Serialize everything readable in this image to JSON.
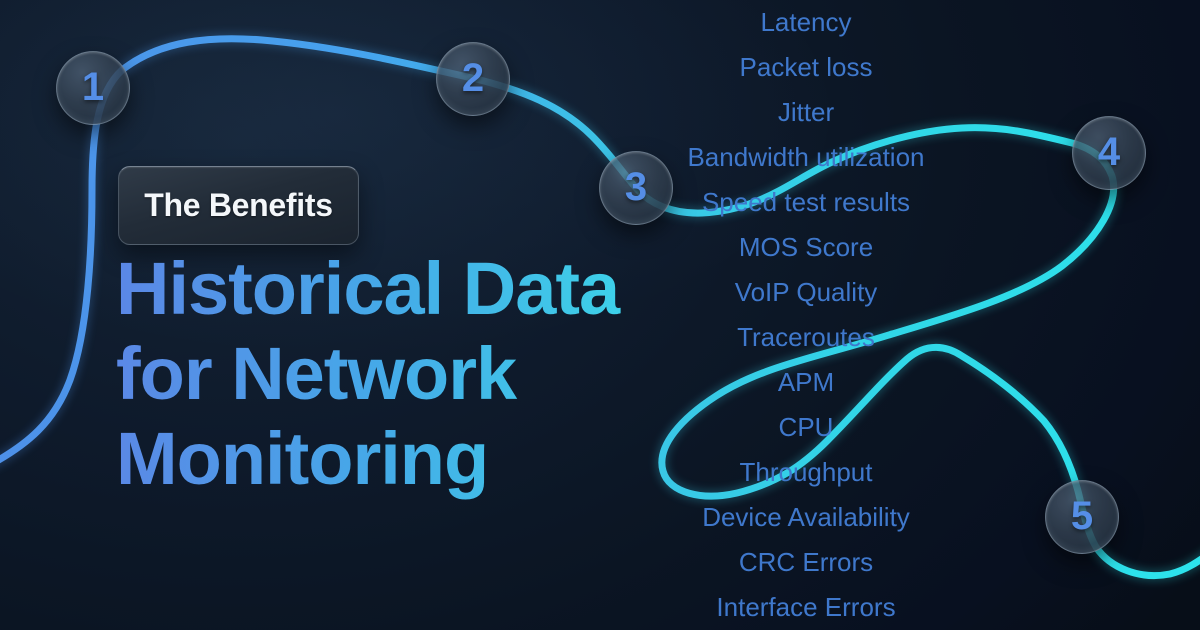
{
  "badge": {
    "label": "The Benefits"
  },
  "title": {
    "line1": "Historical Data",
    "line2": "for Network",
    "line3": "Monitoring",
    "gradient_start": "#5b87e6",
    "gradient_end": "#39e0ee"
  },
  "steps": [
    {
      "label": "1"
    },
    {
      "label": "2"
    },
    {
      "label": "3"
    },
    {
      "label": "4"
    },
    {
      "label": "5"
    }
  ],
  "metrics": {
    "items": [
      "Latency",
      "Packet loss",
      "Jitter",
      "Bandwidth utilization",
      "Speed test results",
      "MOS Score",
      "VoIP Quality",
      "Traceroutes",
      "APM",
      "CPU",
      "Throughput",
      "Device Availability",
      "CRC Errors",
      "Interface Errors"
    ],
    "text_color": "#3f78cc"
  },
  "flow_line": {
    "color_start": "#4e8fe8",
    "color_end": "#2ce4ec"
  },
  "background_color": "#0b1523"
}
